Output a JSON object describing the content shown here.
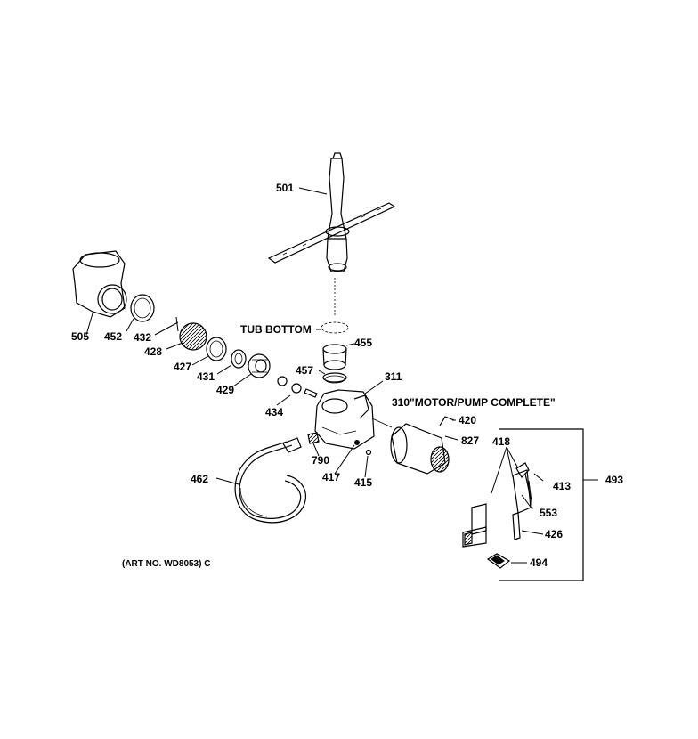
{
  "labels": {
    "p501": "501",
    "p505": "505",
    "p452": "452",
    "p432": "432",
    "p428": "428",
    "p427": "427",
    "p431": "431",
    "p429": "429",
    "p434": "434",
    "tub_bottom": "TUB BOTTOM",
    "p455": "455",
    "p457": "457",
    "p311": "311",
    "motor_pump": "310\"MOTOR/PUMP COMPLETE\"",
    "p420": "420",
    "p827": "827",
    "p790": "790",
    "p417": "417",
    "p415": "415",
    "p462": "462",
    "p418": "418",
    "p413": "413",
    "p553": "553",
    "p426": "426",
    "p494": "494",
    "p493": "493",
    "art_no": "(ART NO. WD8053) C"
  }
}
